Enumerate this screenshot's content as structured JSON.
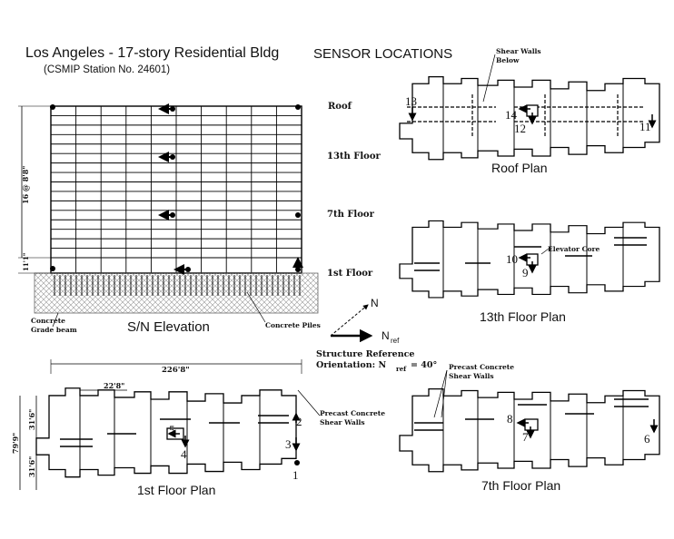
{
  "header": {
    "title": "Los Angeles - 17-story Residential Bldg",
    "subtitle": "(CSMIP Station No. 24601)",
    "sensor_heading": "SENSOR LOCATIONS"
  },
  "elevation": {
    "caption": "S/N Elevation",
    "dim_vertical": "16 @ 8'8\"",
    "dim_base": "11'1\"",
    "grade_beam_label": [
      "Concrete",
      "Grade beam"
    ],
    "piles_label": "Concrete Piles"
  },
  "floor_labels": [
    "Roof",
    "13th Floor",
    "7th Floor",
    "1st Floor"
  ],
  "orientation": {
    "north": "N",
    "nref": "N",
    "nref_sub": "ref",
    "line1": "Structure Reference",
    "line2_prefix": "Orientation: N",
    "line2_suffix": "= 40°"
  },
  "roof_plan": {
    "caption": "Roof Plan",
    "shear_note": [
      "Shear Walls",
      "Below"
    ],
    "sensors": [
      "13",
      "14",
      "12",
      "11"
    ]
  },
  "floor13_plan": {
    "caption": "13th Floor Plan",
    "core_note": "Elevator Core",
    "sensors": [
      "10",
      "9"
    ]
  },
  "floor1_plan": {
    "caption": "1st Floor Plan",
    "overall_dim": "226'8\"",
    "bay_dim": "22'8\"",
    "width_dim": "79'9\"",
    "wing_dim_top": "31'6\"",
    "wing_dim_bot": "31'6\"",
    "shear_note": [
      "Precast Concrete",
      "Shear Walls"
    ],
    "sensors": [
      "5",
      "4",
      "2",
      "3",
      "1"
    ]
  },
  "floor7_plan": {
    "caption": "7th Floor Plan",
    "shear_note": [
      "Precast Concrete",
      "Shear Walls"
    ],
    "sensors": [
      "8",
      "7",
      "6"
    ]
  }
}
